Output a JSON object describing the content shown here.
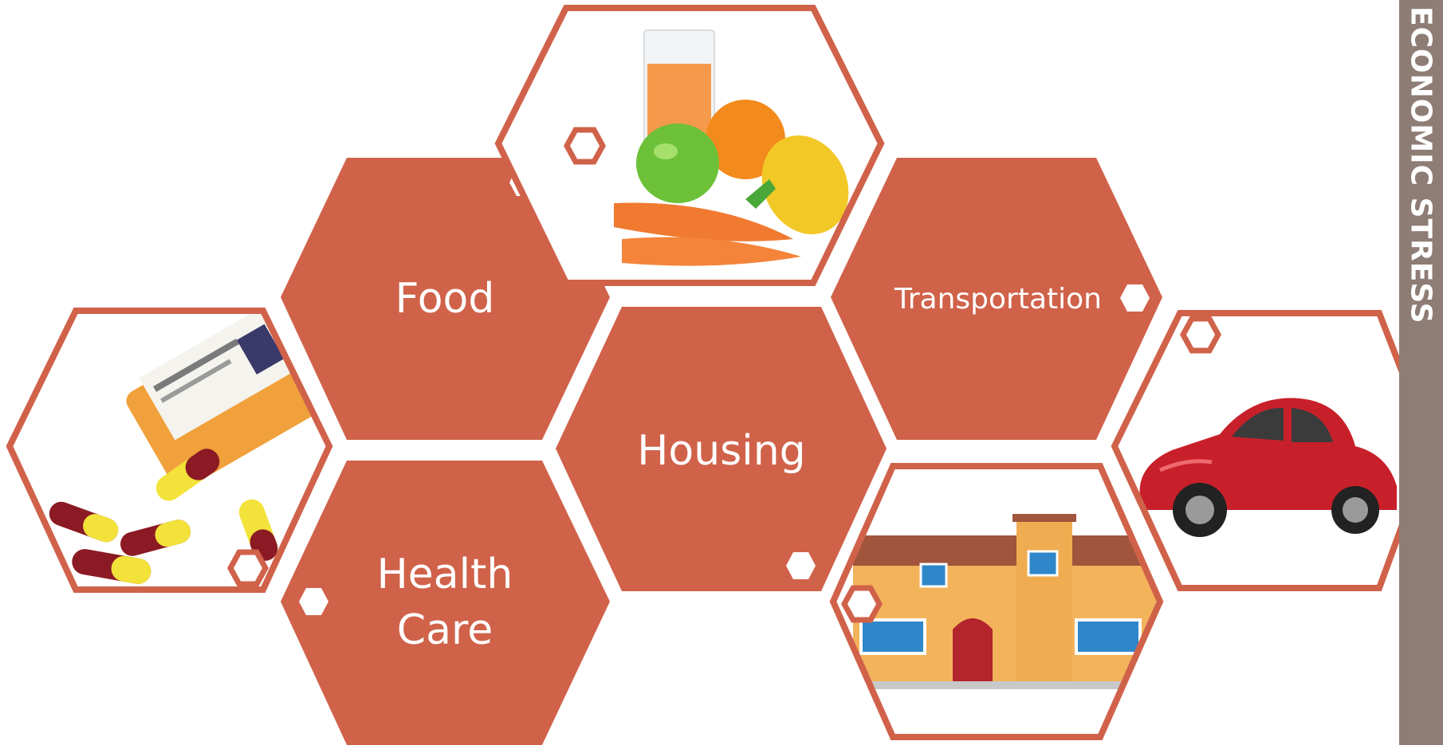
{
  "colors": {
    "hex_fill": "#d0624a",
    "hex_outline": "#d0624a",
    "marker_fill": "#ffffff",
    "sidebar_bg": "#8e7d75",
    "sidebar_text": "#ffffff"
  },
  "categories": {
    "food": "Food",
    "housing": "Housing",
    "transportation": "Transportation",
    "health_care_line1": "Health",
    "health_care_line2": "Care"
  },
  "sidebar": {
    "title": "ECONOMIC STRESS"
  },
  "images": {
    "fruits": "fruit-and-juice-picture",
    "pills": "medicine-pills-picture",
    "house": "house-picture",
    "car": "red-car-picture"
  }
}
